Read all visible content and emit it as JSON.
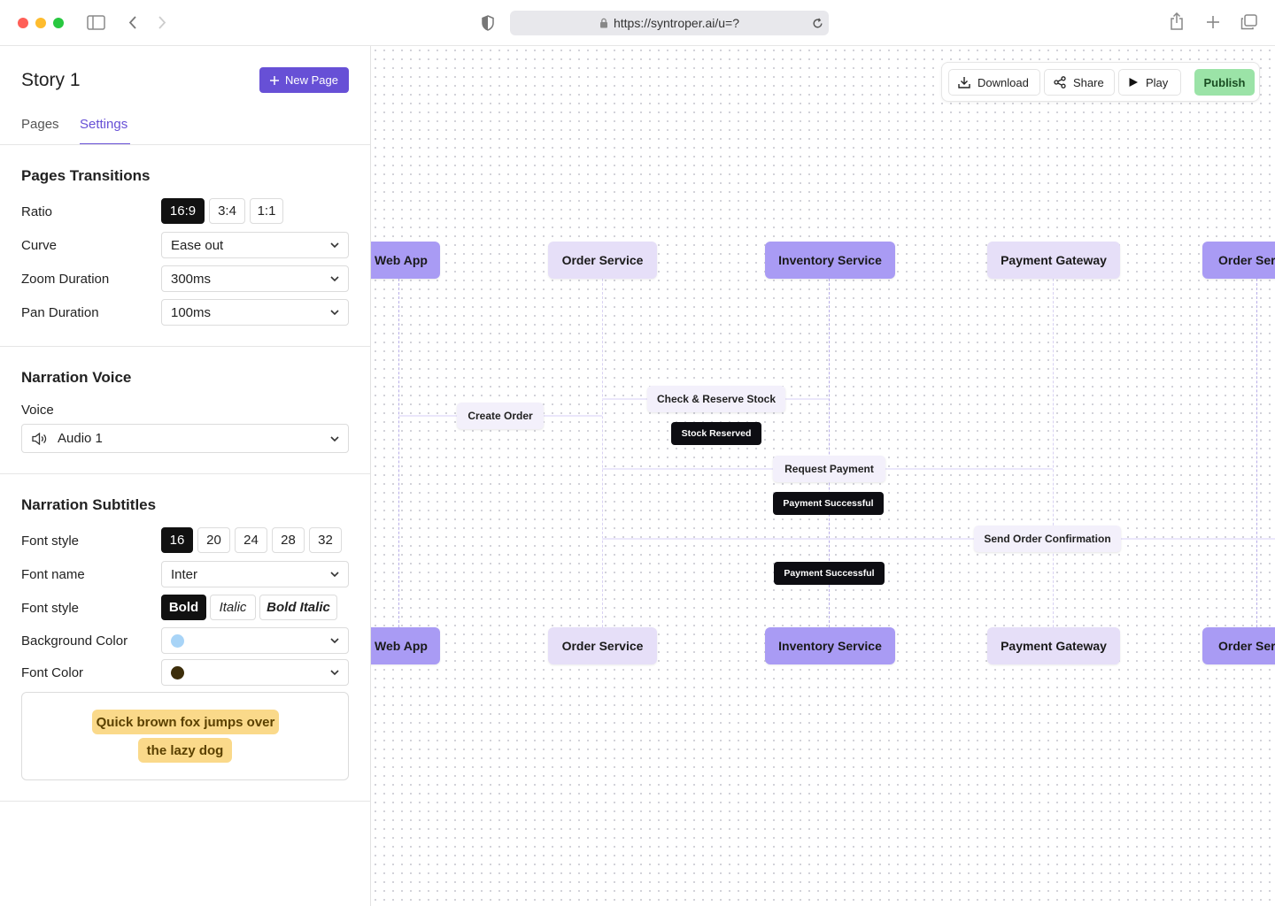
{
  "browser": {
    "url": "https://syntroper.ai/u=?"
  },
  "sidebar": {
    "story_title": "Story 1",
    "new_page_label": "New Page",
    "tabs": [
      {
        "label": "Pages",
        "active": false
      },
      {
        "label": "Settings",
        "active": true
      }
    ],
    "page_transitions": {
      "title": "Pages Transitions",
      "ratio_label": "Ratio",
      "ratio_options": [
        "16:9",
        "3:4",
        "1:1"
      ],
      "ratio_selected": "16:9",
      "curve_label": "Curve",
      "curve_value": "Ease out",
      "zoom_label": "Zoom Duration",
      "zoom_value": "300ms",
      "pan_label": "Pan Duration",
      "pan_value": "100ms"
    },
    "narration_voice": {
      "title": "Narration Voice",
      "voice_label": "Voice",
      "voice_value": "Audio 1"
    },
    "narration_subtitles": {
      "title": "Narration Subtitles",
      "font_size_label": "Font style",
      "font_sizes": [
        "16",
        "20",
        "24",
        "28",
        "32"
      ],
      "font_size_selected": "16",
      "font_name_label": "Font name",
      "font_name_value": "Inter",
      "font_style_label": "Font style",
      "font_styles": [
        "Bold",
        "Italic",
        "Bold Italic"
      ],
      "font_style_selected": "Bold",
      "bg_color_label": "Background Color",
      "bg_color": "#a8d4f7",
      "font_color_label": "Font Color",
      "font_color": "#3d2e0b",
      "preview_line1": "Quick brown fox jumps over",
      "preview_line2": "the lazy dog"
    }
  },
  "toolbar": {
    "download_label": "Download",
    "share_label": "Share",
    "play_label": "Play",
    "publish_label": "Publish"
  },
  "diagram": {
    "participants": [
      "Web App",
      "Order Service",
      "Inventory Service",
      "Payment Gateway",
      "Order Serv"
    ],
    "messages": {
      "create_order": "Create Order",
      "check_reserve": "Check & Reserve Stock",
      "stock_reserved": "Stock Reserved",
      "request_payment": "Request Payment",
      "payment_successful_1": "Payment Successful",
      "send_confirmation": "Send Order Confirmation",
      "payment_successful_2": "Payment Successful"
    }
  },
  "colors": {
    "accent": "#6750d6",
    "publish": "#9be3a7",
    "node_light": "#e6dff8",
    "node_dark": "#a99bf4"
  }
}
